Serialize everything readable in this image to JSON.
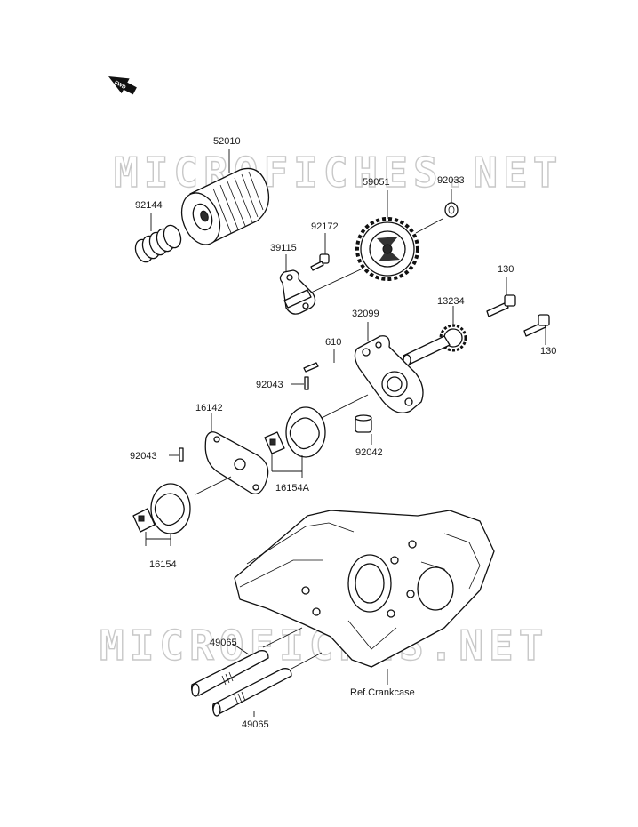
{
  "watermark": {
    "text": "MICROFICHES.NET"
  },
  "fwd_badge": {
    "text": "FWD"
  },
  "parts": [
    {
      "id": "52010",
      "label": "52010"
    },
    {
      "id": "92144",
      "label": "92144"
    },
    {
      "id": "59051",
      "label": "59051"
    },
    {
      "id": "92033",
      "label": "92033"
    },
    {
      "id": "92172",
      "label": "92172"
    },
    {
      "id": "39115",
      "label": "39115"
    },
    {
      "id": "130a",
      "label": "130"
    },
    {
      "id": "13234",
      "label": "13234"
    },
    {
      "id": "32099",
      "label": "32099"
    },
    {
      "id": "130b",
      "label": "130"
    },
    {
      "id": "610",
      "label": "610"
    },
    {
      "id": "92043a",
      "label": "92043"
    },
    {
      "id": "16142",
      "label": "16142"
    },
    {
      "id": "92042",
      "label": "92042"
    },
    {
      "id": "92043b",
      "label": "92043"
    },
    {
      "id": "16154A",
      "label": "16154A"
    },
    {
      "id": "16154",
      "label": "16154"
    },
    {
      "id": "49065a",
      "label": "49065"
    },
    {
      "id": "ref-crankcase",
      "label": "Ref.Crankcase"
    },
    {
      "id": "49065b",
      "label": "49065"
    }
  ]
}
